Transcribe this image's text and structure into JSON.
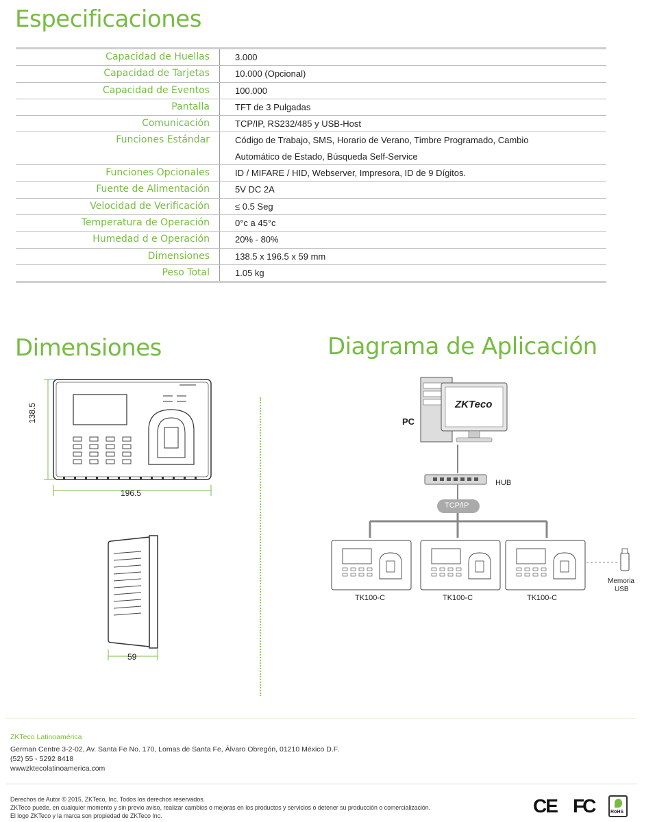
{
  "titles": {
    "specs": "Especificaciones",
    "dimensions": "Dimensiones",
    "diagram": "Diagrama de Aplicación"
  },
  "specs": [
    {
      "label": "Capacidad de Huellas",
      "value": "3.000"
    },
    {
      "label": "Capacidad de Tarjetas",
      "value": "10.000 (Opcional)"
    },
    {
      "label": "Capacidad de Eventos",
      "value": "100.000"
    },
    {
      "label": "Pantalla",
      "value": "TFT de 3 Pulgadas"
    },
    {
      "label": "Comunicación",
      "value": "TCP/IP, RS232/485 y USB-Host"
    },
    {
      "label": "Funciones Estándar",
      "value": "Código de Trabajo, SMS, Horario de Verano, Timbre Programado, Cambio",
      "value2": "Automático de Estado, Búsqueda Self-Service"
    },
    {
      "label": "Funciones Opcionales",
      "value": "ID / MIFARE / HID, Webserver, Impresora, ID de 9 Dígitos."
    },
    {
      "label": "Fuente de Alimentación",
      "value": "5V DC 2A"
    },
    {
      "label": "Velocidad de Verificación",
      "value": "≤ 0.5 Seg"
    },
    {
      "label": "Temperatura de Operación",
      "value": "0°c a 45°c"
    },
    {
      "label": "Humedad d e Operación",
      "value": "20% - 80%"
    },
    {
      "label": "Dimensiones",
      "value": "138.5 x 196.5 x 59 mm"
    },
    {
      "label": "Peso Total",
      "value": "1.05 kg"
    }
  ],
  "dimensions": {
    "height": "138.5",
    "width": "196.5",
    "depth": "59"
  },
  "diagram": {
    "pc_label": "PC",
    "monitor_brand": "ZKTeco",
    "hub_label": "HUB",
    "protocol_label": "TCP/IP",
    "device_labels": [
      "TK100-C",
      "TK100-C",
      "TK100-C"
    ],
    "usb_label_line1": "Memoria",
    "usb_label_line2": "USB"
  },
  "footer": {
    "company": "ZKTeco Latinoamérica",
    "address": "German Centre 3-2-02, Av. Santa Fe No. 170, Lomas de Santa Fe, Álvaro Obregón, 01210 México D.F.",
    "phone": "(52) 55 - 5292 8418",
    "website": "wwwzktecolatinoamerica.com",
    "copyright": "Derechos de Autor © 2015, ZKTeco, Inc. Todos los derechos reservados.",
    "disclaimer": "ZKTeco puede, en cualquier momento y sin previo aviso, realizar cambios o mejoras en los productos y servicios o detener su producción o comercialización.",
    "trademark": "El logo ZKTeco y la marca son propiedad de ZKTeco Inc.",
    "cert_ce": "CE",
    "cert_fc": "FC",
    "cert_rohs": "RoHS"
  }
}
